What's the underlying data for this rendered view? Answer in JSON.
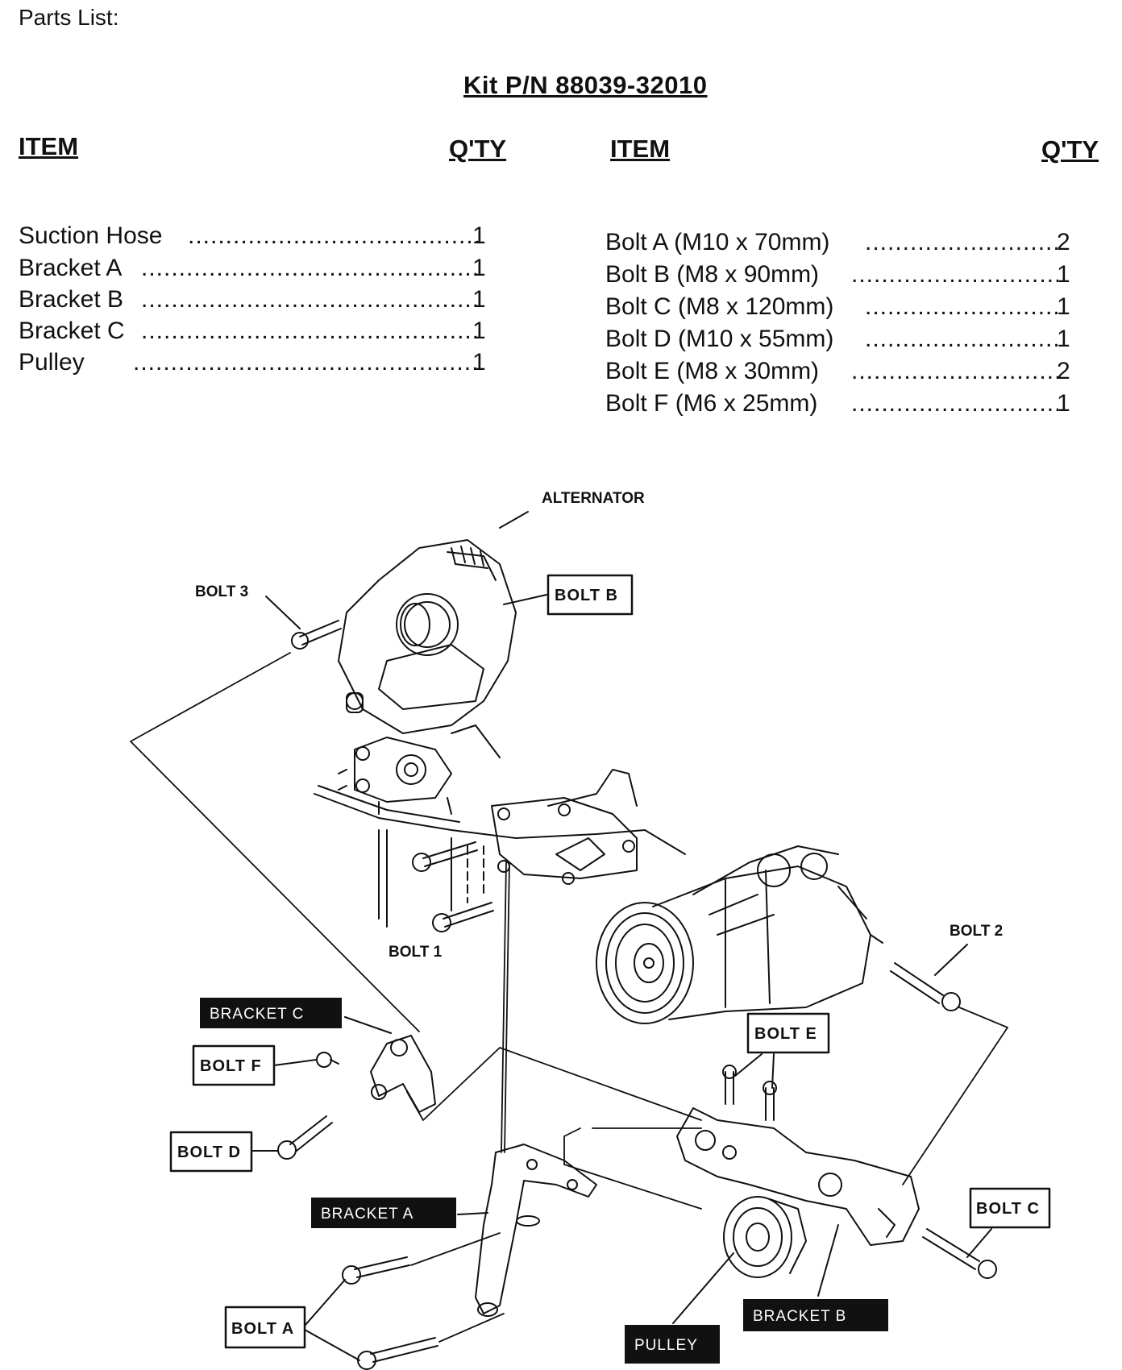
{
  "header": {
    "title": "Parts List:",
    "kit": "Kit P/N 88039-32010"
  },
  "columns": {
    "left_item": "ITEM",
    "left_qty": "Q'TY",
    "right_item": "ITEM",
    "right_qty": "Q'TY"
  },
  "left_parts": [
    {
      "name": "Suction Hose",
      "qty": "1"
    },
    {
      "name": "Bracket A",
      "qty": "1"
    },
    {
      "name": "Bracket B",
      "qty": "1"
    },
    {
      "name": "Bracket C",
      "qty": "1"
    },
    {
      "name": "Pulley",
      "qty": "1"
    }
  ],
  "right_parts": [
    {
      "name": "Bolt A (M10 x 70mm)",
      "qty": "2"
    },
    {
      "name": "Bolt B (M8 x 90mm)",
      "qty": "1"
    },
    {
      "name": "Bolt C (M8 x 120mm)",
      "qty": "1"
    },
    {
      "name": "Bolt D (M10 x 55mm)",
      "qty": "1"
    },
    {
      "name": "Bolt E (M8 x 30mm)",
      "qty": "2"
    },
    {
      "name": "Bolt F (M6 x 25mm)",
      "qty": "1"
    }
  ],
  "diagram": {
    "alternator": "ALTERNATOR",
    "bolt3": "BOLT 3",
    "bolt1": "BOLT 1",
    "bolt2": "BOLT 2",
    "bolt_a": "BOLT A",
    "bolt_b": "BOLT B",
    "bolt_c": "BOLT C",
    "bolt_d": "BOLT D",
    "bolt_e": "BOLT E",
    "bolt_f": "BOLT F",
    "bracket_a": "BRACKET A",
    "bracket_b": "BRACKET B",
    "bracket_c": "BRACKET C",
    "pulley": "PULLEY"
  }
}
